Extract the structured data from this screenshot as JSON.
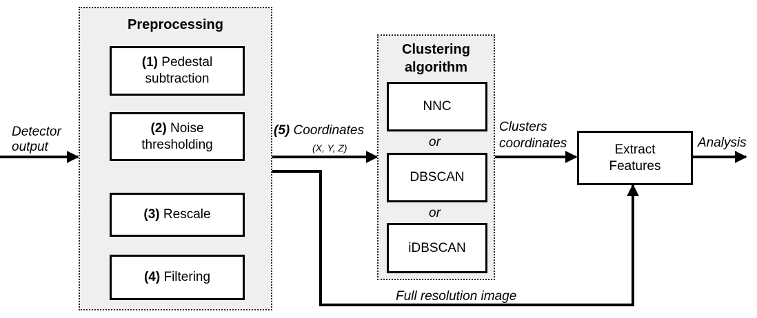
{
  "groups": {
    "preprocessing": {
      "title": "Preprocessing"
    },
    "clustering": {
      "title_line1": "Clustering",
      "title_line2": "algorithm"
    }
  },
  "steps": {
    "s1": {
      "num": "(1)",
      "text1": "Pedestal",
      "text2": "subtraction"
    },
    "s2": {
      "num": "(2)",
      "text1": "Noise",
      "text2": "thresholding"
    },
    "s3": {
      "num": "(3)",
      "text1": "Rescale"
    },
    "s4": {
      "num": "(4)",
      "text1": "Filtering"
    }
  },
  "algorithms": {
    "nnc": "NNC",
    "dbscan": "DBSCAN",
    "idbscan": "iDBSCAN",
    "or1": "or",
    "or2": "or"
  },
  "extract": {
    "line1": "Extract",
    "line2": "Features"
  },
  "labels": {
    "detector_line1": "Detector",
    "detector_line2": "output",
    "coords_num": "(5)",
    "coords_text": "Coordinates",
    "coords_sub": "(X, Y, Z)",
    "clusters_line1": "Clusters",
    "clusters_line2": "coordinates",
    "analysis": "Analysis",
    "full_res": "Full resolution image"
  }
}
